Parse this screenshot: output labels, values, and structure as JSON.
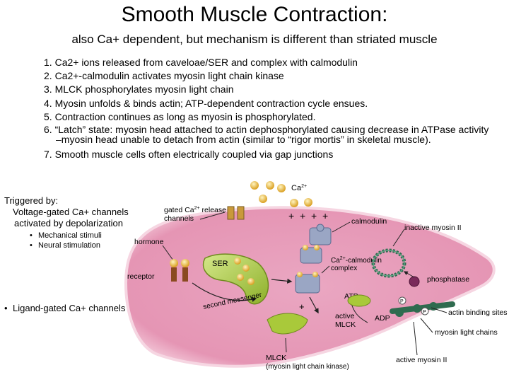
{
  "header": {
    "title": "Smooth Muscle Contraction:",
    "subtitle": "also Ca+ dependent, but mechanism is different than striated muscle"
  },
  "steps": [
    {
      "num": "1.",
      "text": "Ca2+ ions released from caveloae/SER and complex with calmodulin"
    },
    {
      "num": "2.",
      "text": "Ca2+-calmodulin activates myosin light chain kinase"
    },
    {
      "num": "3.",
      "text": "MLCK phosphorylates myosin light chain"
    },
    {
      "num": "4.",
      "text": "Myosin unfolds & binds actin; ATP-dependent contraction cycle ensues."
    },
    {
      "num": "5.",
      "text": "Contraction continues as long as myosin is phosphorylated."
    },
    {
      "num": "6.",
      "text": "“Latch” state: myosin head attached to actin dephosphorylated causing decrease in ATPase activity –myosin head unable to detach from actin (similar to “rigor mortis” in skeletal muscle)."
    },
    {
      "num": "7.",
      "text": " Smooth muscle cells often electrically coupled via gap junctions"
    }
  ],
  "sidebar": {
    "triggered_by": "Triggered by:",
    "voltage_gated": "Voltage-gated Ca+ channels activated by depolarization",
    "mechanical": "Mechanical stimuli",
    "neural": "Neural stimulation",
    "ligand_gated": "Ligand-gated Ca+ channels",
    "bullet": "•"
  },
  "diagram": {
    "ca2": "Ca",
    "ca2_sup": "2+",
    "gated_release_1": "gated Ca",
    "gated_release_sup": "2+",
    "gated_release_2": " release",
    "gated_release_3": "channels",
    "plus": "+",
    "calmodulin": "calmodulin",
    "inactive_myosin": "inactive myosin II",
    "hormone": "hormone",
    "ser": "SER",
    "complex_1": "Ca",
    "complex_sup": "2+",
    "complex_2": "-calmodulin",
    "complex_3": "complex",
    "receptor": "receptor",
    "atp": "ATP",
    "phosphatase": "phosphatase",
    "second_messenger": "second messenger",
    "p": "P",
    "actin_binding": "actin binding sites",
    "active_mlck_1": "active",
    "active_mlck_2": "MLCK",
    "adp": "ADP",
    "light_chains": "myosin light chains",
    "mlck_1": "MLCK",
    "mlck_2": "(myosin light chain kinase)",
    "active_myosin": "active myosin II"
  },
  "colors": {
    "cell_fill": "#eaa2bf",
    "cell_edge": "#f3c9d9",
    "ca_ion": "#e0b030",
    "ser_green": "#a9c93a",
    "calmodulin_blue": "#8a98b8",
    "myosin_green": "#2f6b4f",
    "phosphatase_purple": "#7a2a5a",
    "arrow": "#222222"
  }
}
